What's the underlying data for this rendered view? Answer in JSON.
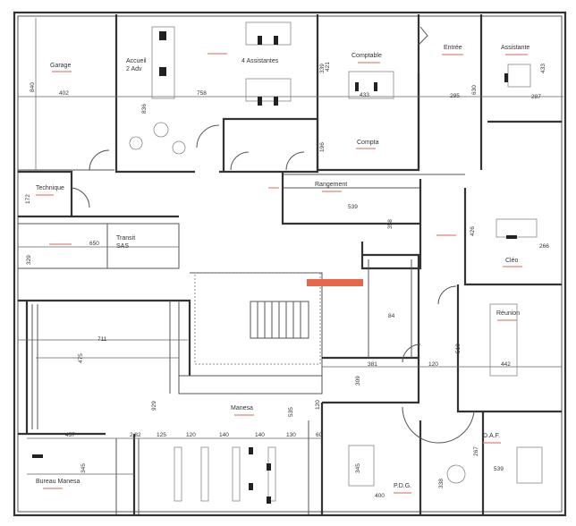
{
  "plan": {
    "rooms": {
      "garage": "Garage",
      "accueil_1": "Accueil",
      "accueil_2": "2 Adv",
      "assistantes": "4 Assistantes",
      "comptable": "Comptable",
      "compta": "Compta",
      "entree": "Entrée",
      "assistante": "Assistante",
      "rangement": "Rangement",
      "technique": "Technique",
      "transit_1": "Transit",
      "transit_2": "SAS",
      "cleo": "Cléo",
      "reunion": "Réunion",
      "manesa": "Manesa",
      "bureau_manesa": "Bureau Manesa",
      "pdg": "P.D.G.",
      "daf": "D.A.F."
    },
    "dimensions": {
      "d840": "840",
      "d402": "402",
      "d836": "836",
      "d758": "758",
      "d421": "421",
      "d339": "339",
      "d433a": "433",
      "d196": "196",
      "d295": "295",
      "d630": "630",
      "d287": "287",
      "d433b": "433",
      "d539a": "539",
      "d358": "358",
      "d172": "172",
      "d650": "650",
      "d329": "329",
      "d426": "426",
      "d266": "266",
      "d84": "84",
      "d711": "711",
      "d475": "475",
      "d381": "381",
      "d120a": "120",
      "d510": "510",
      "d442": "442",
      "d309": "309",
      "d929": "929",
      "d535": "535",
      "d120b": "120",
      "d457": "457",
      "d282": "2.82",
      "d125": "125",
      "d120c": "120",
      "d140a": "140",
      "d140b": "140",
      "d130": "130",
      "d60": "60",
      "d345a": "345",
      "d345b": "345",
      "d400": "400",
      "d338": "338",
      "d267": "267",
      "d539b": "539"
    },
    "highlight_color": "#e8664a"
  }
}
